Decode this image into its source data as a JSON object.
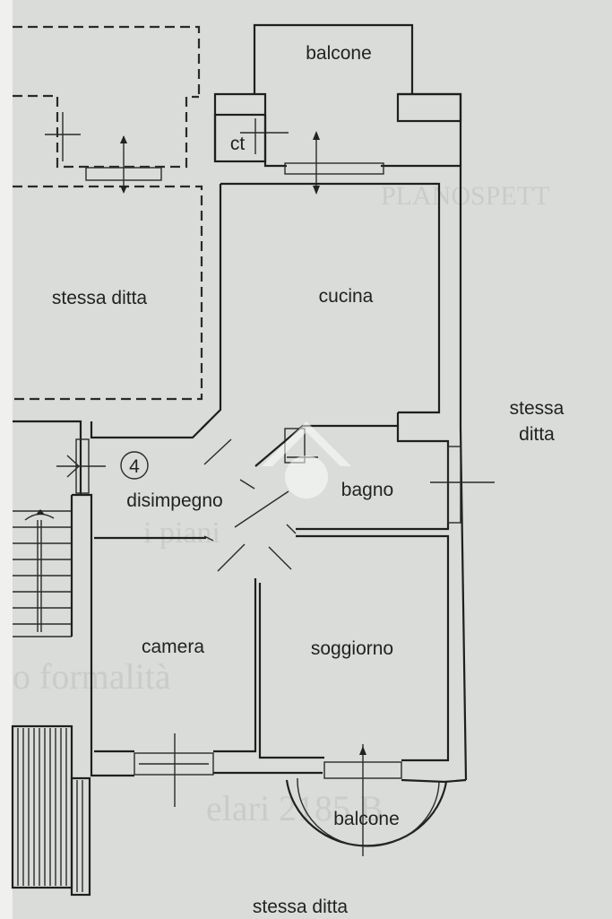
{
  "rooms": {
    "balcone_top": "balcone",
    "ct": "ct",
    "stessa_ditta_left": "stessa ditta",
    "cucina": "cucina",
    "stessa_ditta_right_line1": "stessa",
    "stessa_ditta_right_line2": "ditta",
    "disimpegno": "disimpegno",
    "bagno": "bagno",
    "camera": "camera",
    "soggiorno": "soggiorno",
    "balcone_bottom": "balcone",
    "stessa_ditta_bottom": "stessa ditta"
  },
  "unit_marker": "4",
  "colors": {
    "paper": "#d9dcd8",
    "ink": "#1f1f1f",
    "watermark": "#ffffff"
  },
  "icons": {
    "watermark": "house-watermark-icon"
  }
}
